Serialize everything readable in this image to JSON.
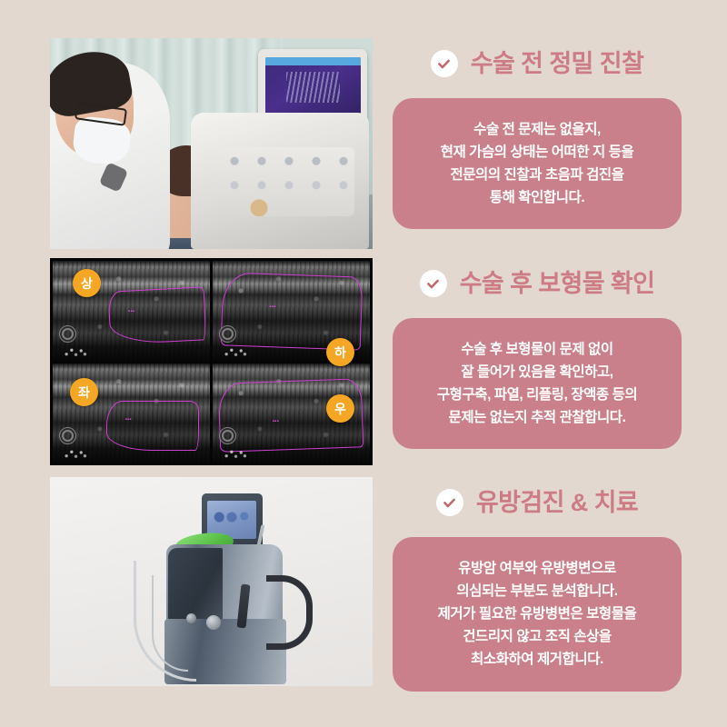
{
  "theme": {
    "background": "#e3d8d0",
    "heading_color": "#cd7b84",
    "card_background": "#c9808a",
    "card_text_color": "#ffffff",
    "check_circle_background": "#ffffff",
    "check_mark_color": "#c2696f",
    "badge_background": "#f5a623",
    "badge_text_color": "#ffffff",
    "trace_outline_color": "#cf3fd4"
  },
  "sections": [
    {
      "id": "pre-op-exam",
      "icon": "check-circle-icon",
      "heading": "수술 전 정밀 진찰",
      "card_lines": [
        "수술 전 문제는 없을지,",
        "현재 가슴의 상태는 어떠한 지 등을",
        "전문의의 진찰과 초음파 검진을",
        "통해 확인합니다."
      ],
      "media": {
        "name": "ultrasound-examination-photo",
        "alt": "의사가 환자에게 초음파 검진을 시행하는 진료실 사진"
      }
    },
    {
      "id": "post-op-implant-check",
      "icon": "check-circle-icon",
      "heading": "수술 후 보형물 확인",
      "card_lines": [
        "수술 후 보형물이 문제 없이",
        "잘 들어가 있음을 확인하고,",
        "구형구축, 파열, 리플링, 장액종 등의",
        "문제는 없는지 추적 관찰합니다."
      ],
      "media": {
        "name": "four-quadrant-ultrasound-scan",
        "alt": "보형물 윤곽이 표시된 4분할 초음파 스캔 이미지",
        "badges": [
          {
            "name": "badge-superior",
            "label": "상"
          },
          {
            "name": "badge-inferior",
            "label": "하"
          },
          {
            "name": "badge-left",
            "label": "좌"
          },
          {
            "name": "badge-right",
            "label": "우"
          }
        ],
        "quadrant_count": 4
      }
    },
    {
      "id": "breast-screening-treatment",
      "icon": "check-circle-icon",
      "heading": "유방검진 & 치료",
      "card_lines": [
        "유방암 여부와 유방병변으로",
        "의심되는 부분도 분석합니다.",
        "제거가 필요한 유방병변은 보형물을",
        "건드리지 않고 조직 손상을",
        "최소화하여 제거합니다."
      ],
      "media": {
        "name": "treatment-device-photo",
        "alt": "모니터와 핸드피스가 장착된 의료용 시술 장비 사진"
      }
    }
  ]
}
